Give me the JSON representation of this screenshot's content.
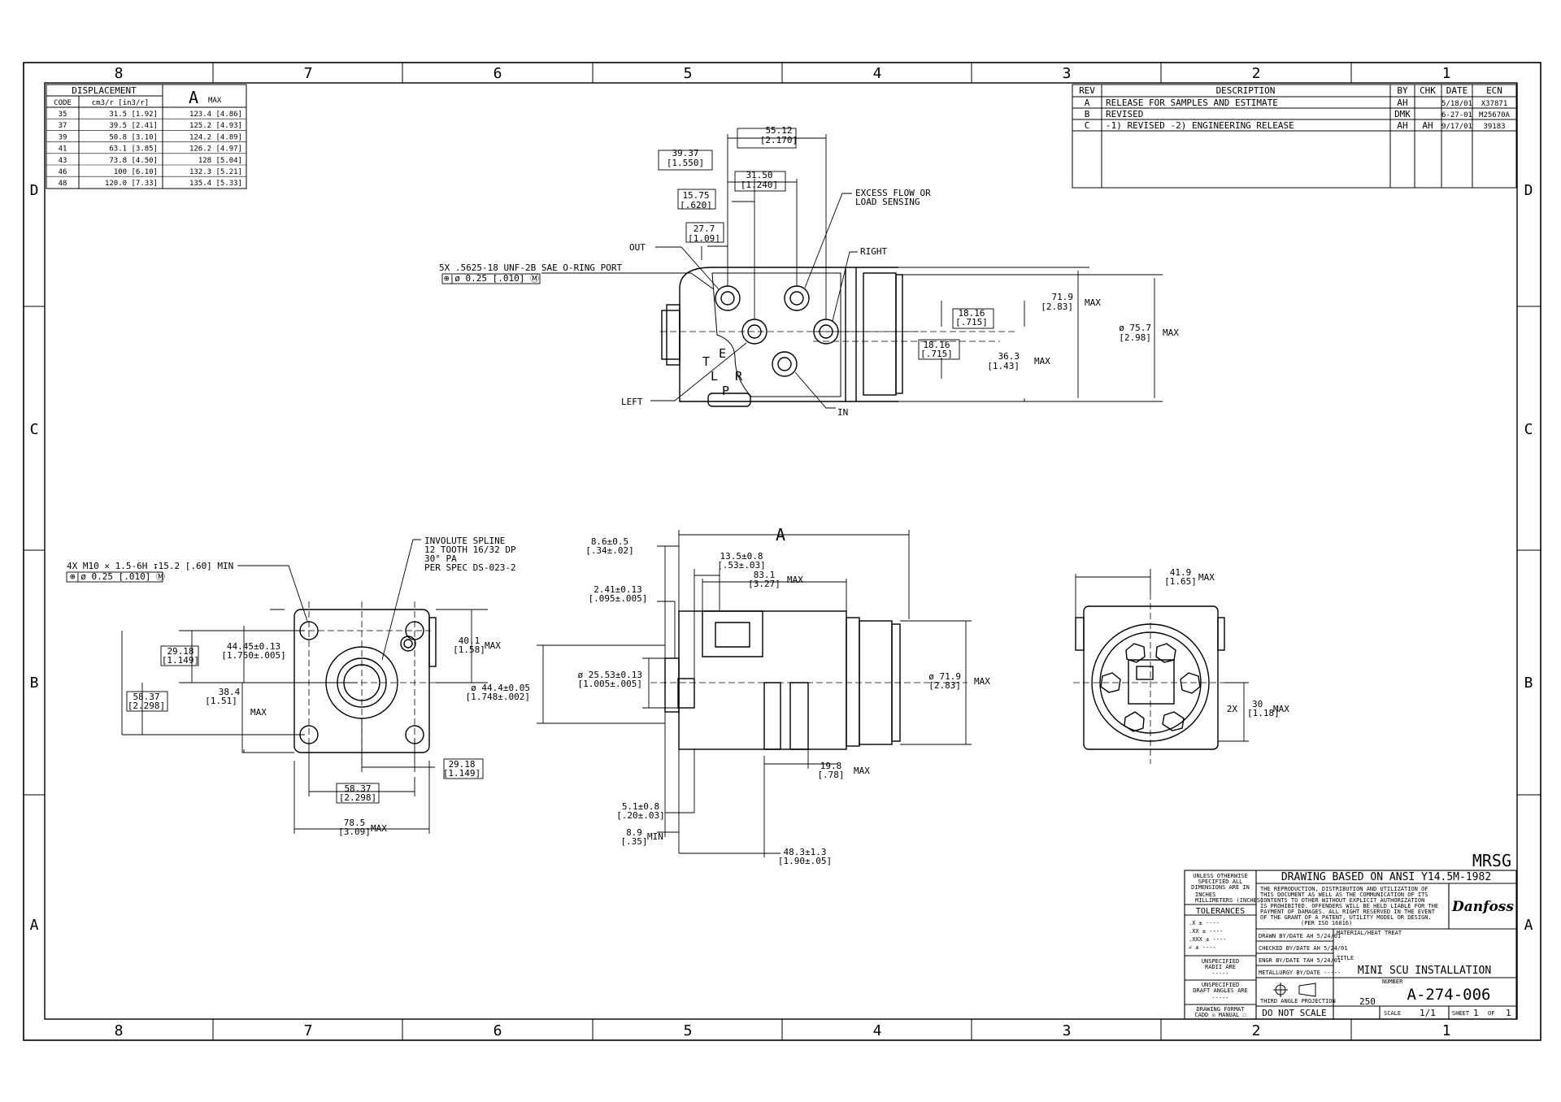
{
  "border": {
    "columns": [
      "8",
      "7",
      "6",
      "5",
      "4",
      "3",
      "2",
      "1"
    ],
    "rows": [
      "D",
      "C",
      "B",
      "A"
    ]
  },
  "displacement_table": {
    "title": "DISPLACEMENT",
    "a_header": "A",
    "a_suffix": "MAX",
    "col_code": "CODE",
    "col_disp": "cm3/r [in3/r]",
    "rows": [
      {
        "code": "35",
        "disp": "31.5 [1.92]",
        "a": "123.4 [4.86]"
      },
      {
        "code": "37",
        "disp": "39.5 [2.41]",
        "a": "125.2 [4.93]"
      },
      {
        "code": "39",
        "disp": "50.8 [3.10]",
        "a": "124.2 [4.89]"
      },
      {
        "code": "41",
        "disp": "63.1 [3.85]",
        "a": "126.2 [4.97]"
      },
      {
        "code": "43",
        "disp": "73.8 [4.50]",
        "a": "128 [5.04]"
      },
      {
        "code": "46",
        "disp": "100 [6.10]",
        "a": "132.3 [5.21]"
      },
      {
        "code": "48",
        "disp": "120.0 [7.33]",
        "a": "135.4 [5.33]"
      }
    ]
  },
  "revision_table": {
    "headers": [
      "REV",
      "DESCRIPTION",
      "BY",
      "CHK",
      "DATE",
      "ECN"
    ],
    "rows": [
      {
        "rev": "A",
        "desc": "RELEASE FOR SAMPLES AND ESTIMATE",
        "by": "AH",
        "chk": "",
        "date": "5/18/01",
        "ecn": "X37871"
      },
      {
        "rev": "B",
        "desc": "REVISED",
        "by": "DMK",
        "chk": "",
        "date": "6-27-01",
        "ecn": "M25670A"
      },
      {
        "rev": "C",
        "desc": "-1) REVISED -2) ENGINEERING RELEASE",
        "by": "AH",
        "chk": "AH",
        "date": "9/17/01",
        "ecn": "39183"
      }
    ]
  },
  "top_view": {
    "dim_55": [
      "55.12",
      "[2.170]"
    ],
    "dim_39": [
      "39.37",
      "[1.550]"
    ],
    "dim_31": [
      "31.50",
      "[1.240]"
    ],
    "dim_15": [
      "15.75",
      "[.620]"
    ],
    "dim_27": [
      "27.7",
      "[1.09]"
    ],
    "excess": [
      "EXCESS FLOW OR",
      "LOAD SENSING"
    ],
    "out": "OUT",
    "right": "RIGHT",
    "port_note": "5X .5625-18 UNF-2B SAE O-RING PORT",
    "port_tol": "⊕|ø 0.25 [.010] Ⓜ",
    "left": "LEFT",
    "in": "IN",
    "t": "T",
    "e": "E",
    "l": "L",
    "r": "R",
    "p": "P",
    "dim_1816a": [
      "18.16",
      "[.715]"
    ],
    "dim_1816b": [
      "18.16",
      "[.715]"
    ],
    "dim_719": [
      "71.9",
      "[2.83]"
    ],
    "dim_757": [
      "ø 75.7",
      "[2.98]"
    ],
    "dim_363": [
      "36.3",
      "[1.43]"
    ],
    "max": "MAX"
  },
  "front_view": {
    "bolt_note": "4X M10 × 1.5-6H ↧15.2 [.60] MIN",
    "bolt_tol": "⊕|ø 0.25 [.010] Ⓜ",
    "spline": [
      "INVOLUTE SPLINE",
      "12 TOOTH 16/32 DP",
      "30° PA",
      "PER SPEC DS-023-2"
    ],
    "dim_2918a": [
      "29.18",
      "[1.149]"
    ],
    "dim_4445": [
      "44.45±0.13",
      "[1.750±.005]"
    ],
    "dim_401": [
      "40.1",
      "[1.58]"
    ],
    "dim_5837a": [
      "58.37",
      "[2.298]"
    ],
    "dim_384": [
      "38.4",
      "[1.51]"
    ],
    "dim_2918b": [
      "29.18",
      "[1.149]"
    ],
    "dim_5837b": [
      "58.37",
      "[2.298]"
    ],
    "dim_785": [
      "78.5",
      "[3.09]"
    ],
    "max": "MAX"
  },
  "side_view": {
    "a": "A",
    "dim_86": [
      "8.6±0.5",
      "[.34±.02]"
    ],
    "dim_135": [
      "13.5±0.8",
      "[.53±.03]"
    ],
    "dim_831": [
      "83.1",
      "[3.27]"
    ],
    "dim_241": [
      "2.41±0.13",
      "[.095±.005]"
    ],
    "dim_444": [
      "ø 44.4±0.05",
      "[1.748±.002]"
    ],
    "dim_2553": [
      "ø 25.53±0.13",
      "[1.005±.005]"
    ],
    "dim_719": [
      "ø 71.9",
      "[2.83]"
    ],
    "dim_198": [
      "19.8",
      "[.78]"
    ],
    "dim_51": [
      "5.1±0.8",
      "[.20±.03]"
    ],
    "dim_89": [
      "8.9",
      "[.35]"
    ],
    "dim_483": [
      "48.3±1.3",
      "[1.90±.05]"
    ],
    "max": "MAX",
    "min": "MIN"
  },
  "rear_view": {
    "dim_419": [
      "41.9",
      "[1.65]"
    ],
    "dim_30": [
      "30",
      "[1.18]"
    ],
    "two_x": "2X",
    "max": "MAX"
  },
  "title_block": {
    "mrsg": "MRSG",
    "based_on": "DRAWING BASED ON ANSI Y14.5M-1982",
    "unless": [
      "UNLESS OTHERWISE",
      "SPECIFIED ALL",
      "DIMENSIONS ARE IN"
    ],
    "inches": "INCHES",
    "mm": "MILLIMETERS (INCHES)",
    "tolerances": "TOLERANCES",
    "tol_rows": [
      ".X ± ----",
      ".XX ± ----",
      ".XXX ± ----",
      "∠ ± ----"
    ],
    "unspec_radii": [
      "UNSPECIFIED",
      "RADII ARE",
      "-----"
    ],
    "unspec_draft": [
      "UNSPECIFIED",
      "DRAFT ANGLES ARE",
      "-----"
    ],
    "drawing_format": [
      "DRAWING FORMAT",
      "CADD ☒ MANUAL ☐"
    ],
    "notice": [
      "THE REPRODUCTION, DISTRIBUTION AND UTILIZATION OF",
      "THIS DOCUMENT AS WELL AS THE COMMUNICATION OF ITS",
      "CONTENTS TO OTHER WITHOUT EXPLICIT AUTHORIZATION",
      "IS PROHIBITED. OFFENDERS WILL BE HELD LIABLE FOR THE",
      "PAYMENT OF DAMAGES. ALL RIGHT RESERVED IN THE EVENT",
      "OF THE GRANT OF A PATENT, UTILITY MODEL OR DESIGN.",
      "(PER ISO 16016)"
    ],
    "logo": "Danfoss",
    "drawn": "DRAWN BY/DATE AH 5/24/01",
    "checked": "CHECKED BY/DATE AH 5/24/01",
    "engr": "ENGR BY/DATE TAH 5/24/01",
    "metallurgy": "METALLURGY BY/DATE -----",
    "material": "MATERIAL/HEAT TREAT",
    "title_label": "TITLE",
    "title": "MINI SCU INSTALLATION",
    "projection": "THIRD ANGLE PROJECTION",
    "number_label": "NUMBER",
    "number": "A-274-006",
    "roughness": "250",
    "do_not_scale": "DO NOT SCALE",
    "scale_label": "SCALE",
    "scale": "1/1",
    "sheet_label": "SHEET",
    "sheet": "1",
    "of_label": "OF",
    "of": "1"
  }
}
